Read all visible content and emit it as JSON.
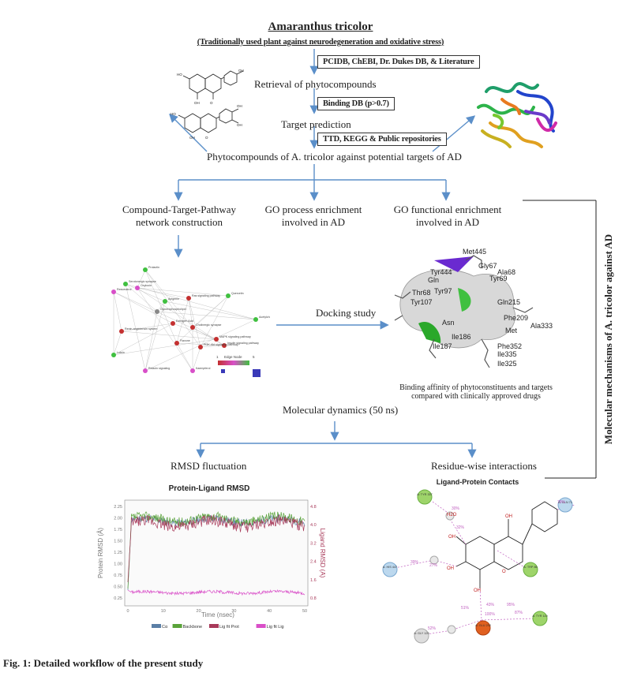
{
  "header": {
    "title": "Amaranthus tricolor",
    "subtitle": "(Traditionally used plant against neurodegeneration and oxidative stress)"
  },
  "workflow": {
    "source_box": "PCIDB, ChEBI, Dr. Dukes DB, & Literature",
    "step1": "Retrieval of phytocompounds",
    "binding_box": "Binding DB (p>0.7)",
    "step2": "Target prediction",
    "repo_box": "TTD, KEGG & Public repositories",
    "step3": "Phytocompounds of A. tricolor against potential targets of AD"
  },
  "branches": {
    "network": "Compound-Target-Pathway network construction",
    "go_process": "GO process enrichment involved in AD",
    "go_functional": "GO functional enrichment involved in AD",
    "docking": "Docking study",
    "docking_caption": "Binding affinity of phytoconstituents and targets compared with clinically approved drugs",
    "md": "Molecular dynamics (50 ns)",
    "rmsd": "RMSD fluctuation",
    "residue": "Residue-wise interactions"
  },
  "side_label": "Molecular mechanisms of A. tricolor against AD",
  "network_nodes": [
    "Serotonergic synapse",
    "Prolactin",
    "Resveratrol",
    "Oxytocin",
    "Apigenin",
    "Ras signaling pathway",
    "Estrogen Acid",
    "Flavone",
    "Glycerophospholipid",
    "Quercetin",
    "Renin-angiotensin system",
    "Cholinergic synapse",
    "Acetylcholine",
    "Insulin signaling pathway",
    "MAPK signaling pathway",
    "PI3K-Akt signaling pathway",
    "Relaxin signaling",
    "Kaempferol",
    "Lutein"
  ],
  "network_legend": {
    "title": "Edge  Node",
    "max": "5",
    "min": "1"
  },
  "docking_residues": [
    "Met445",
    "Tyr444",
    "Gly67",
    "Ala68",
    "Tyr69",
    "Gln",
    "Thr68",
    "Tyr97",
    "Tyr107",
    "Gln215",
    "Phe209",
    "Ala333",
    "Asn",
    "Met",
    "Ile186",
    "Phe352",
    "Ile335",
    "Ile325",
    "Ile187"
  ],
  "rmsd_chart": {
    "title": "Protein-Ligand RMSD",
    "xlabel": "Time (nsec)",
    "ylabel_left": "Protein RMSD (Å)",
    "ylabel_right": "Ligand RMSD (Å)",
    "xticks": [
      "0",
      "10",
      "20",
      "30",
      "40",
      "50"
    ],
    "yticks_left": [
      "0.25",
      "0.50",
      "0.75",
      "1.00",
      "1.25",
      "1.50",
      "1.75",
      "2.00",
      "2.25"
    ],
    "yticks_right": [
      "0.8",
      "1.6",
      "2.4",
      "3.2",
      "4.0",
      "4.8"
    ],
    "legend": [
      {
        "name": "Cα",
        "color": "#5b7fa6"
      },
      {
        "name": "Backbone",
        "color": "#5aa33a"
      },
      {
        "name": "Lig fit Prot",
        "color": "#a83a5a"
      },
      {
        "name": "Lig fit Lig",
        "color": "#d94fc8"
      }
    ]
  },
  "contacts": {
    "title": "Ligand-Protein Contacts",
    "residues": [
      "A: TYR 337",
      "A: GLN 71",
      "A: HIS 447",
      "A: TRP 86",
      "A: TYR 119",
      "A: GLY 120",
      "A: GLU 202"
    ],
    "labels": [
      "H2O",
      "OH",
      "OH",
      "OH",
      "OH",
      "O"
    ],
    "percentages": [
      "30%",
      "32%",
      "39%",
      "27%",
      "51%",
      "43%",
      "79%",
      "95%",
      "100%",
      "87%",
      "52%"
    ]
  },
  "figure_caption": "Fig. 1: Detailed workflow of the present study"
}
